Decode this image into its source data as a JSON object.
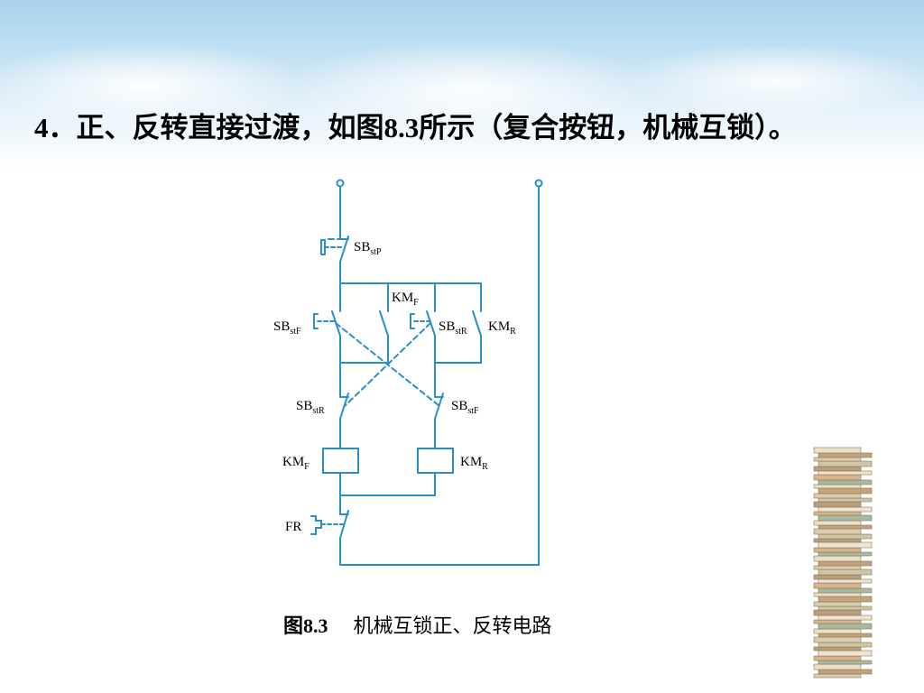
{
  "heading": {
    "num": "4．",
    "text": "正、反转直接过渡，如图",
    "fig": "8.3",
    "rest": "所示（复合按钮，机械互锁）。"
  },
  "diagram": {
    "labels": {
      "sb_stop": "SB",
      "sb_stop_sub": "stP",
      "kmf_contact": "KM",
      "kmf_contact_sub": "F",
      "sbf_upper": "SB",
      "sbf_upper_sub": "stF",
      "sbr_upper": "SB",
      "sbr_upper_sub": "stR",
      "kmr_contact": "KM",
      "kmr_contact_sub": "R",
      "sbr_lower": "SB",
      "sbr_lower_sub": "stR",
      "sbf_lower": "SB",
      "sbf_lower_sub": "stF",
      "kmf_coil": "KM",
      "kmf_coil_sub": "F",
      "kmr_coil": "KM",
      "kmr_coil_sub": "R",
      "fr": "FR"
    }
  },
  "caption": {
    "fig": "图8.3",
    "title": "机械互锁正、反转电路"
  },
  "colors": {
    "wire": "#2a8fc9",
    "text": "#000000"
  }
}
